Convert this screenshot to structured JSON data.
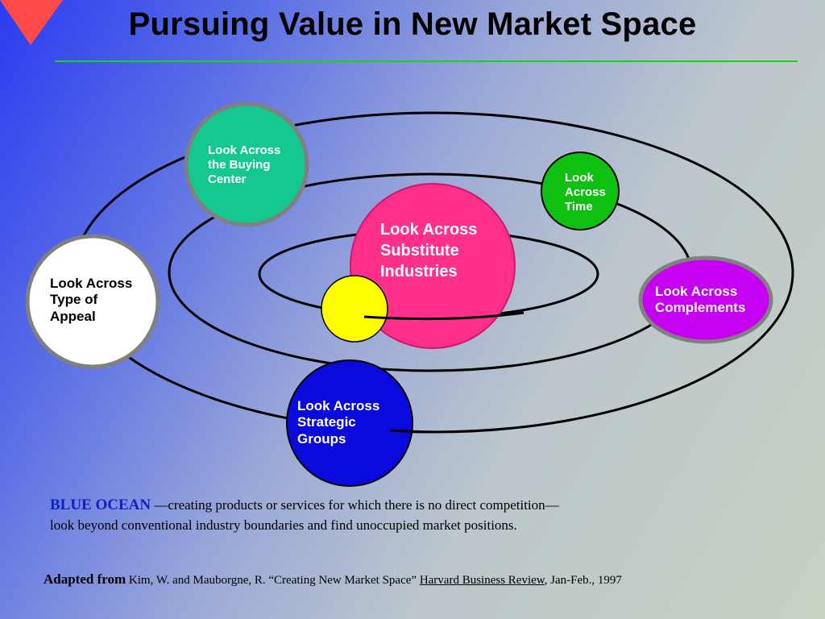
{
  "title": "Pursuing Value in New Market Space",
  "colors": {
    "title_rule": "#18d418",
    "corner_triangle": "#ff4a4a",
    "buying_center": "#14c890",
    "time": "#10c010",
    "substitute": "#ff2f8c",
    "yellow_circle": "#ffff00",
    "type_of_appeal": "#ffffff",
    "complements": "#c600f0",
    "strategic_groups": "#0a0adc"
  },
  "nodes": {
    "buying_center": [
      "Look Across",
      "the Buying",
      "Center"
    ],
    "time": [
      "Look",
      "Across",
      "Time"
    ],
    "substitute": [
      "Look Across",
      "Substitute",
      "Industries"
    ],
    "type_of_appeal": [
      "Look Across",
      "Type of",
      "Appeal"
    ],
    "complements": [
      "Look Across",
      "Complements"
    ],
    "strategic_groups": [
      "Look Across",
      "Strategic",
      "Groups"
    ]
  },
  "caption": {
    "term": "BLUE OCEAN",
    "line1": " —creating products or services for which there is no direct competition—",
    "line2": "look beyond conventional industry boundaries and find unoccupied market positions."
  },
  "credit": {
    "lead": "Adapted from",
    "authors": " Kim, W. and Mauborgne, R. “Creating New Market Space” ",
    "journal": "Harvard Business Review",
    "date": ", Jan-Feb., 1997"
  }
}
